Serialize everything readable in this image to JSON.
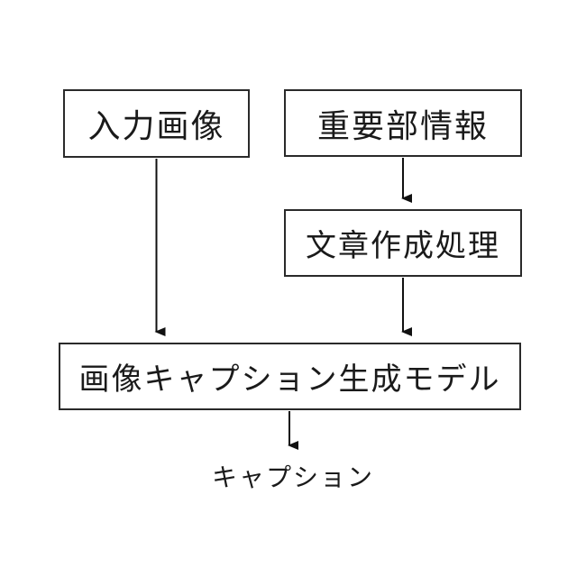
{
  "diagram": {
    "title": "image-captioning-flowchart",
    "boxes": {
      "input_image": {
        "label": "入力画像"
      },
      "important_part_info": {
        "label": "重要部情報"
      },
      "text_generation_process": {
        "label": "文章作成処理"
      },
      "caption_model": {
        "label": "画像キャプション生成モデル"
      }
    },
    "output": {
      "label": "キャプション"
    },
    "arrows": [
      {
        "name": "input-image-to-caption-model",
        "direction": "down"
      },
      {
        "name": "important-part-info-to-text-generation",
        "direction": "down"
      },
      {
        "name": "text-generation-to-caption-model",
        "direction": "down"
      },
      {
        "name": "caption-model-to-output",
        "direction": "down"
      }
    ],
    "colors": {
      "background": "#ffffff",
      "box_border": "#2a2a2a",
      "text": "#1a1a1a",
      "arrow": "#111111"
    }
  }
}
